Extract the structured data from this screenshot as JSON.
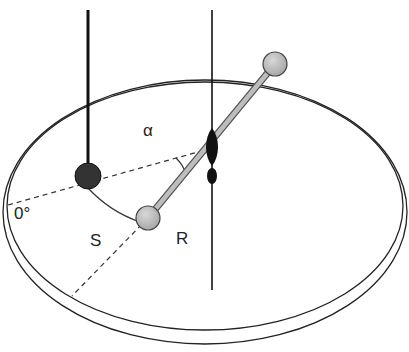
{
  "diagram": {
    "labels": [
      "0°",
      "α",
      "S",
      "R"
    ]
  }
}
